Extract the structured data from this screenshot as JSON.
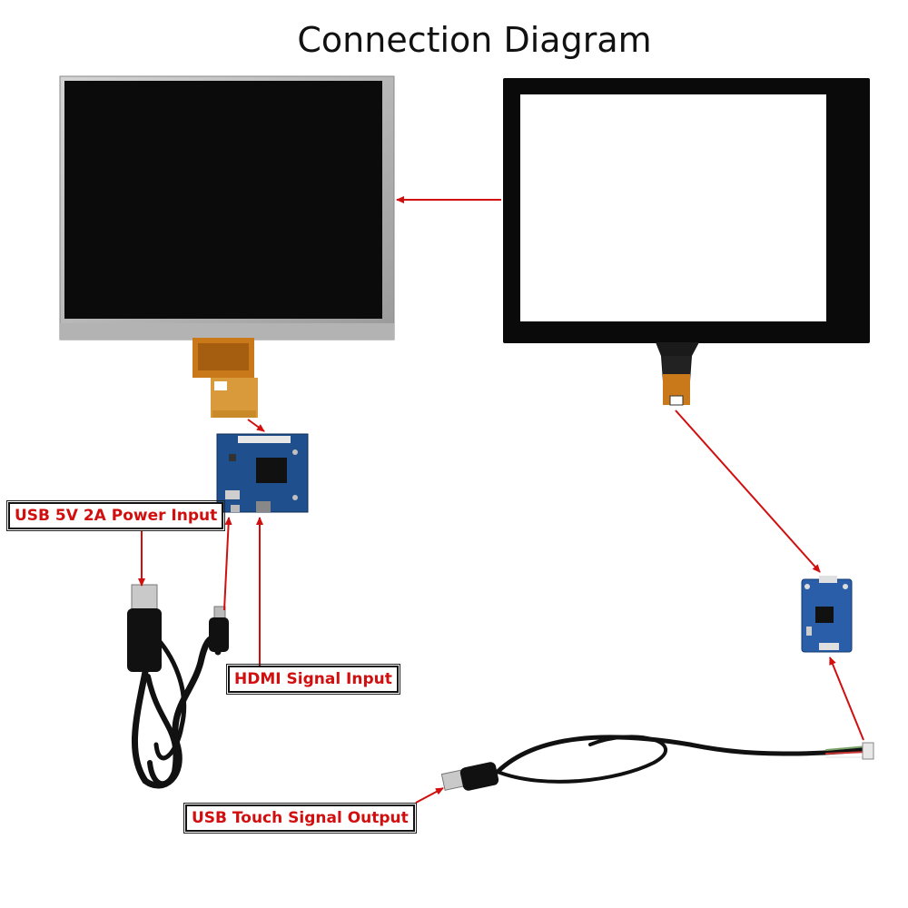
{
  "title": "Connection Diagram",
  "labels": {
    "power": "USB 5V 2A Power Input",
    "hdmi": "HDMI Signal Input",
    "touch": "USB Touch Signal Output"
  },
  "colors": {
    "arrow": "#d10f0f",
    "lcd_frame": "#b9b9b9",
    "lcd_screen": "#0b0b0b",
    "touch_bezel": "#0a0a0a",
    "pcb": "#1f4f8c",
    "flex_cable": "#c9781a",
    "cable": "#111111"
  }
}
